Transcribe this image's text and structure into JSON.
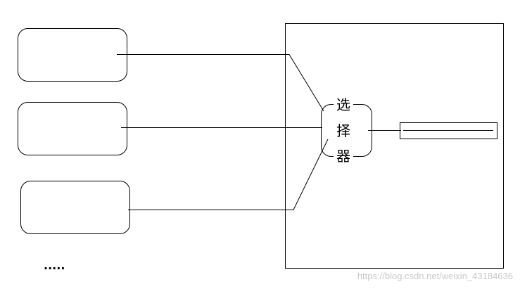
{
  "selector": {
    "chars": [
      "选",
      "择",
      "器"
    ]
  },
  "ellipsis": ".....",
  "watermark": "https://blog.csdn.net/weixin_43184636",
  "colors": {
    "stroke": "#000000",
    "background": "#ffffff",
    "watermark": "#c8c8c8"
  }
}
